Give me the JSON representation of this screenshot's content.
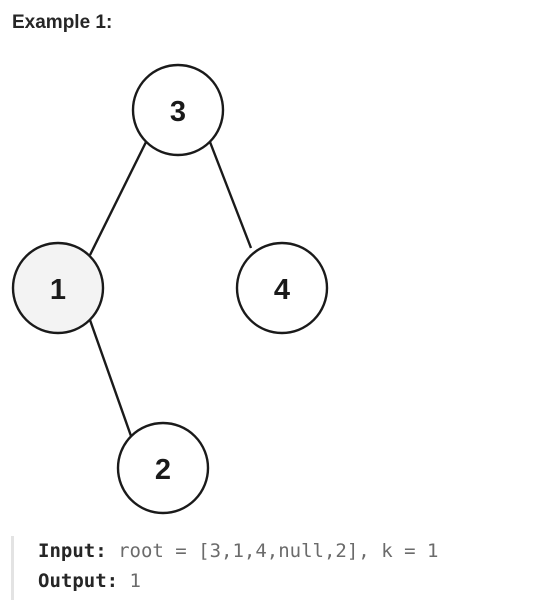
{
  "heading": "Example 1:",
  "tree": {
    "nodes": [
      {
        "label": "3",
        "highlight": false
      },
      {
        "label": "1",
        "highlight": true
      },
      {
        "label": "4",
        "highlight": false
      },
      {
        "label": "2",
        "highlight": false
      }
    ],
    "edges": [
      [
        "3",
        "1"
      ],
      [
        "3",
        "4"
      ],
      [
        "1",
        "2"
      ]
    ],
    "colors": {
      "stroke": "#1a1a1a",
      "node_fill": "#ffffff",
      "highlight_fill": "#f3f3f3"
    }
  },
  "example": {
    "input_label": "Input:",
    "input_value": "root = [3,1,4,null,2], k = 1",
    "output_label": "Output:",
    "output_value": "1"
  }
}
